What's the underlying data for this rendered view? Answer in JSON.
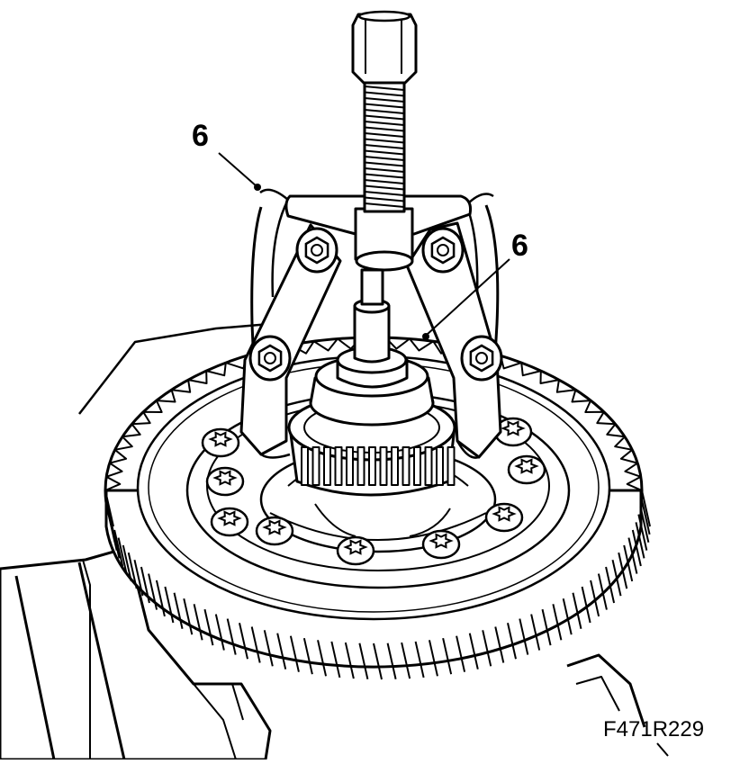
{
  "figure": {
    "id": "F471R229",
    "callouts": [
      {
        "label": "6"
      },
      {
        "label": "6"
      }
    ]
  },
  "colors": {
    "ink": "#000000",
    "paper": "#ffffff"
  }
}
